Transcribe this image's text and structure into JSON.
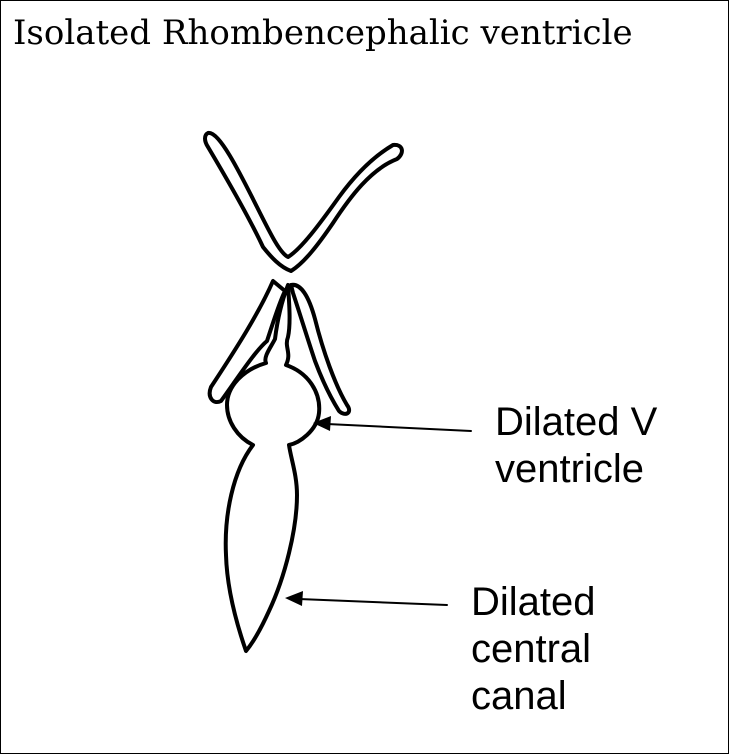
{
  "title": "Isolated Rhombencephalic ventricle",
  "labels": {
    "dilated_v_ventricle": [
      "Dilated V",
      "ventricle"
    ],
    "dilated_central_canal": [
      "Dilated",
      "central",
      "canal"
    ]
  },
  "colors": {
    "stroke": "#000000",
    "background": "#ffffff"
  }
}
